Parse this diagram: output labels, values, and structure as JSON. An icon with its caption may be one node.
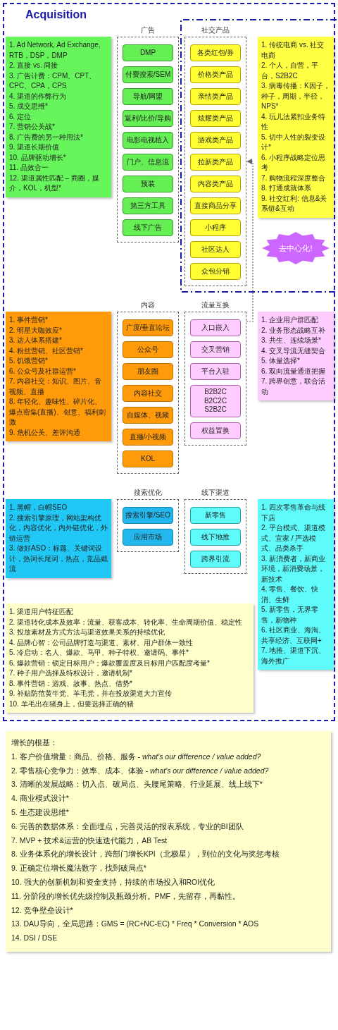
{
  "diagram": {
    "nodes": [
      {
        "text": [
          "Acquisition"
        ]
      },
      {
        "text": [
          "1. Ad Network, Ad Exchange, RTB，DSP，DMP",
          "2. 直接 vs. 间接",
          "3. 广告计费：CPM、CPT、CPC、CPA，CPS",
          "4. 渠道的作弊行为",
          "5. 成交思维*",
          "6. 定位",
          "7. 营销公关战*",
          "8. 广告费的另一种用法*",
          "9. 渠道长期价值",
          "10. 品牌驱动增长*",
          "11. 品效合一",
          "12. 渠道属性匹配 – 商圈，媒介，KOL，机型*"
        ],
        "in": 0
      },
      {
        "text": [
          "广告"
        ],
        "in": 0
      },
      {
        "text": [
          "DMP"
        ],
        "in": 2
      },
      {
        "text": [
          "付费搜索/SEM"
        ],
        "in": 2
      },
      {
        "text": [
          "导航/网盟"
        ],
        "in": 2
      },
      {
        "text": [
          "返利/比价/导购"
        ],
        "in": 2
      },
      {
        "text": [
          "电影电视植入"
        ],
        "in": 2
      },
      {
        "text": [
          "门户、信息流"
        ],
        "in": 2
      },
      {
        "text": [
          "预装"
        ],
        "in": 2
      },
      {
        "text": [
          "第三方工具"
        ],
        "in": 2
      },
      {
        "text": [
          "线下广告"
        ],
        "in": 2
      },
      {
        "text": [
          "社交产品"
        ],
        "in": 0
      },
      {
        "text": [
          "各类红包/券"
        ],
        "in": 12
      },
      {
        "text": [
          "价格类产品"
        ],
        "in": 12
      },
      {
        "text": [
          "亲情类产品"
        ],
        "in": 12
      },
      {
        "text": [
          "炫耀类产品"
        ],
        "in": 12
      },
      {
        "text": [
          "游戏类产品"
        ],
        "in": 12
      },
      {
        "text": [
          "拉新类产品"
        ],
        "in": 12
      },
      {
        "text": [
          "内容类产品"
        ],
        "in": 12
      },
      {
        "text": [
          "直接商品分享"
        ],
        "in": 12
      },
      {
        "text": [
          "小程序"
        ],
        "in": 12
      },
      {
        "text": [
          "社区达人"
        ],
        "in": 12
      },
      {
        "text": [
          "众包分销"
        ],
        "in": 12
      },
      {
        "text": [
          "1. 传统电商 vs. 社交电商",
          "2. 个人，自营，平台，S2B2C",
          "3. 病毒传播：K因子，种子，周期，半径，NPS*",
          "4. 玩儿法紧扣业务特性",
          "5. 切中人性的裂变设计*",
          "6. 小程序战略定位思考",
          "7. 购物流程深度整合",
          "8. 打通成就体系",
          "9. 社交红利: 信息&关系链&互动"
        ],
        "in": 0
      },
      {
        "text": [
          "去中心化!"
        ],
        "in": 0
      },
      {
        "text": [
          "内容"
        ],
        "in": 0
      },
      {
        "text": [
          "广度/垂直论坛"
        ],
        "in": 26
      },
      {
        "text": [
          "公众号"
        ],
        "in": 26
      },
      {
        "text": [
          "朋友圈"
        ],
        "in": 26
      },
      {
        "text": [
          "内容社交"
        ],
        "in": 26
      },
      {
        "text": [
          "自媒体、视频"
        ],
        "in": 26
      },
      {
        "text": [
          "直播/小视频"
        ],
        "in": 26
      },
      {
        "text": [
          "KOL"
        ],
        "in": 26
      },
      {
        "text": [
          "1. 事件营销*",
          "2. 明星大咖效应*",
          "3. 达人体系搭建*",
          "4. 粉丝营销、社区营销*",
          "5. 饥饿营销*",
          "6. 公众号及社群运营*",
          "7. 内容社交：知识、图片、音视频、直播",
          "8. 年轻化、趣味性、碎片化、爆点密集(直播)、创意、福利刺激",
          "9. 危机公关、差评沟通"
        ],
        "in": 0
      },
      {
        "text": [
          "流量互换"
        ],
        "in": 0
      },
      {
        "text": [
          "入口嵌入"
        ],
        "in": 35
      },
      {
        "text": [
          "交叉营销"
        ],
        "in": 35
      },
      {
        "text": [
          "平台入驻"
        ],
        "in": 35
      },
      {
        "text": [
          "B2B2C B2C2C S2B2C"
        ],
        "in": 35
      },
      {
        "text": [
          "权益置换"
        ],
        "in": 35
      },
      {
        "text": [
          "1. 企业用户群匹配",
          "2. 业务形态战略互补",
          "3. 共生、连续场景*",
          "4. 交叉导流无缝契合",
          "5. 体量选择*",
          "6. 双向流量通道把握",
          "7. 跨界创意，联合活动"
        ],
        "in": 0
      },
      {
        "text": [
          "1. 黑帽，白帽SEO",
          "2. 搜索引擎原理，网站架构优化，内容优化，内外链优化，外链运营",
          "3. 做好ASO：标题、关键词设计，热词长尾词，热点，竞品截流"
        ],
        "in": 0
      },
      {
        "text": [
          "搜索优化"
        ],
        "in": 0
      },
      {
        "text": [
          "搜索引擎/SEO"
        ],
        "in": 43
      },
      {
        "text": [
          "应用市场"
        ],
        "in": 43
      },
      {
        "text": [
          "线下渠道"
        ],
        "in": 0
      },
      {
        "text": [
          "新零售"
        ],
        "in": 46
      },
      {
        "text": [
          "线下地推"
        ],
        "in": 46
      },
      {
        "text": [
          "跨界引流"
        ],
        "in": 46
      },
      {
        "text": [
          "1. 四次零售革命与线下店",
          "2. 平台模式、渠道模式、宜家 / 严选模式、品类杀手",
          "3. 新消费者，新商业环境，新消费场景，新技术",
          "4. 零售、餐饮、快消、生鲜",
          "5. 新零售，无界零售，新物种",
          "6. 社区商业、海淘、共享经济、互联网+",
          "7. 地推、渠道下沉、海外推广"
        ],
        "in": 0
      },
      {
        "text": [
          "1. 渠道用户特征匹配",
          "2. 渠道转化成本及效率：流量、获客成本、转化率、生命周期价值、稳定性",
          "3. 投放素材及方式方法与渠道效果关系的持续优化",
          "4. 品牌心智：公司品牌打造与渠道、素材、用户群体一致性",
          "5. 冷启动：名人、爆款、马甲、种子特权、邀请码、事件*",
          "6. 爆款营销：锁定目标用户；爆款覆盖度及目标用户匹配度考量*",
          "7. 种子用户选择及特权设计，邀请机制*",
          "8. 事件营销：游戏、故事、热点、借势*",
          "9. 补贴防范黄牛党、羊毛党，并在投放渠道大力宣传",
          "10. 羊毛出在猪身上，但要选择正确的猪"
        ],
        "in": 0
      },
      {
        "text": [
          "增长的根基：",
          "1. 客户价值增量：商品、价格、服务 *- what's our difference / value added?*",
          "2. 零售核心竞争力：效率、成本、体验 *- what's our difference / value added?*",
          "3. 清晰的发展战略：切入点、破局点、头腰尾策略、行业延展、线上线下*",
          "4. 商业模式设计*",
          "5. 生态建设思维*",
          "6. 完善的数据体系：全面埋点，完善灵活的报表系统，专业的BI团队",
          "7. MVP + 技术&运营的快速迭代能力，AB Test",
          "8. 业务体系化的增长设计，跨部门增长KPI（北极星），到位的文化与奖惩考核",
          "9. 正确定位增长魔法数字，找到破局点*",
          "10. 强大的创新机制和资金支持，持续的市场投入和ROI优化",
          "11. 分阶段的增长优先级控制及瓶颈分析。PMF，先留存，再黏性。",
          "12. 竞争壁垒设计*",
          "13. DAU导向，全局思路：GMS = (RC+NC-EC) * Freq * Conversion * AOS",
          "14. DSI / DSE"
        ]
      }
    ],
    "edges": [
      {
        "from": 35,
        "to": 12,
        "arrow": "to",
        "style": "dashed"
      }
    ]
  }
}
